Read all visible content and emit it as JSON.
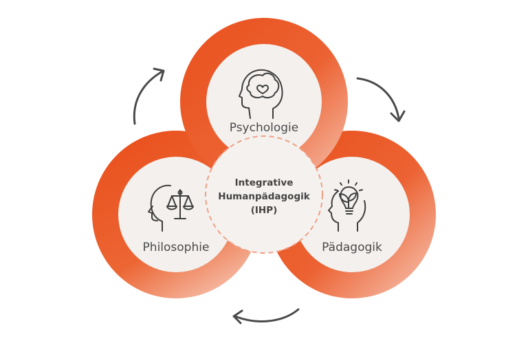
{
  "nodes": {
    "top": {
      "label": "Psychologie",
      "icon": "head-with-heart-brain-icon"
    },
    "left": {
      "label": "Philosophie",
      "icon": "head-with-scales-icon"
    },
    "right": {
      "label": "Pädagogik",
      "icon": "head-with-lightbulb-plant-icon"
    }
  },
  "center": {
    "line1": "Integrative",
    "line2": "Humanpädagogik",
    "line3": "(IHP)"
  },
  "colors": {
    "ring": "#ea5320",
    "ring_light": "#f5b9a3",
    "inner": "#f3f0ee",
    "icon": "#3d3d3d",
    "arrow": "#4a4a4a",
    "dash": "#f0a085"
  }
}
